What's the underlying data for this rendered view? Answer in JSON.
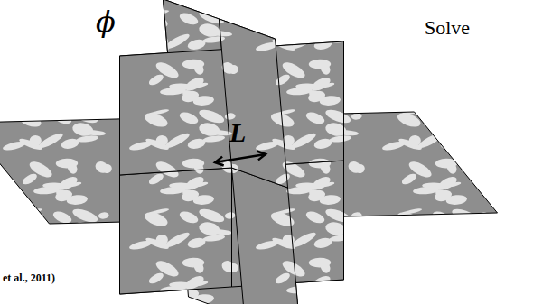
{
  "diagram": {
    "labels": [
      "ϕ",
      "Solve",
      "L",
      "et al., 2011)"
    ]
  }
}
